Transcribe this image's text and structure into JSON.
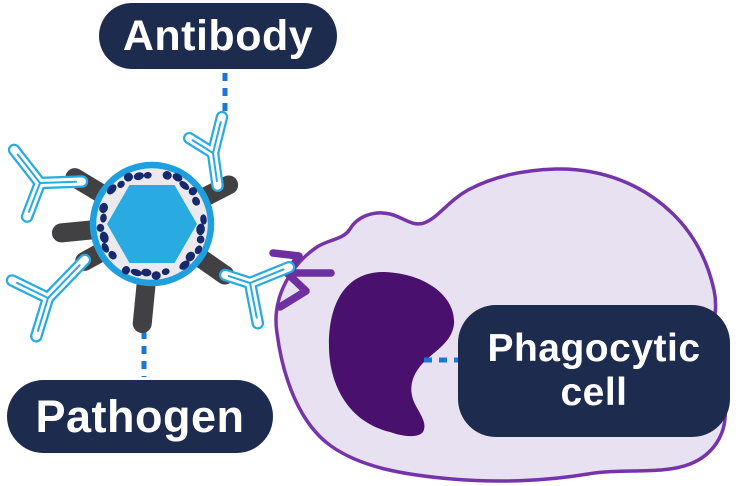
{
  "labels": {
    "antibody": "Antibody",
    "pathogen": "Pathogen",
    "phagocytic_cell": "Phagocytic cell"
  },
  "colors": {
    "background": "#ffffff",
    "label_bg": "#1c2b4e",
    "label_text": "#ffffff",
    "connector_blue": "#1b76d6",
    "antibody_outline": "#29abe2",
    "antibody_fill": "#ffffff",
    "pathogen_ring": "#1f9fdd",
    "pathogen_inner_bg": "#e9e9ee",
    "pathogen_hexagon": "#29abe2",
    "pathogen_dots": "#17296b",
    "pathogen_spikes": "#414144",
    "cell_fill": "#e8e1f1",
    "cell_outline": "#7634ab",
    "nucleus": "#4a106e",
    "receptor": "#6e2f9f"
  }
}
